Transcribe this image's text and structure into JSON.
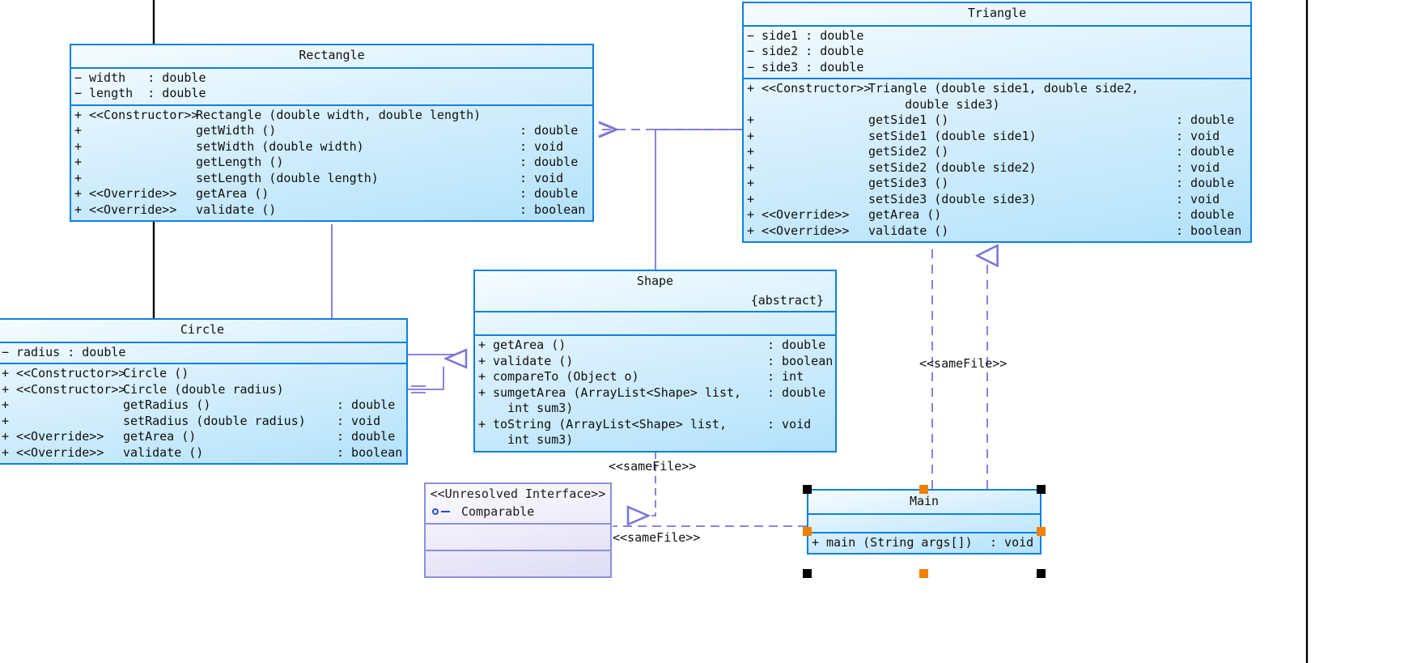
{
  "diagram": {
    "kind": "uml-class-diagram",
    "colors": {
      "class_border": "#0d80e0",
      "class_fill_light": "#f6fcff",
      "class_fill_dark": "#b3e2fb",
      "interface_border": "#8e8ede",
      "interface_fill": "#dedcf5",
      "relation_line": "#7b74d6",
      "selection_handle": "#000000",
      "selection_handle_accent": "#f08000"
    }
  },
  "classes": {
    "rectangle": {
      "name": "Rectangle",
      "attributes": [
        {
          "vis": "−",
          "text": "width   : double"
        },
        {
          "vis": "−",
          "text": "length  : double"
        }
      ],
      "operations": [
        {
          "vis": "+",
          "stereo": "<<Constructor>>",
          "sig": "Rectangle (double width, double length)",
          "ret": ""
        },
        {
          "vis": "+",
          "stereo": "",
          "sig": "getWidth ()",
          "ret": ": double"
        },
        {
          "vis": "+",
          "stereo": "",
          "sig": "setWidth (double width)",
          "ret": ": void"
        },
        {
          "vis": "+",
          "stereo": "",
          "sig": "getLength ()",
          "ret": ": double"
        },
        {
          "vis": "+",
          "stereo": "",
          "sig": "setLength (double length)",
          "ret": ": void"
        },
        {
          "vis": "+",
          "stereo": "<<Override>>",
          "sig": "getArea ()",
          "ret": ": double"
        },
        {
          "vis": "+",
          "stereo": "<<Override>>",
          "sig": "validate ()",
          "ret": ": boolean"
        }
      ]
    },
    "triangle": {
      "name": "Triangle",
      "attributes": [
        {
          "vis": "−",
          "text": "side1 : double"
        },
        {
          "vis": "−",
          "text": "side2 : double"
        },
        {
          "vis": "−",
          "text": "side3 : double"
        }
      ],
      "operations": [
        {
          "vis": "+",
          "stereo": "<<Constructor>>",
          "sig": "Triangle (double side1, double side2,",
          "ret": ""
        },
        {
          "vis": "",
          "stereo": "",
          "sig": "     double side3)",
          "ret": "",
          "continuation": true
        },
        {
          "vis": "+",
          "stereo": "",
          "sig": "getSide1 ()",
          "ret": ": double"
        },
        {
          "vis": "+",
          "stereo": "",
          "sig": "setSide1 (double side1)",
          "ret": ": void"
        },
        {
          "vis": "+",
          "stereo": "",
          "sig": "getSide2 ()",
          "ret": ": double"
        },
        {
          "vis": "+",
          "stereo": "",
          "sig": "setSide2 (double side2)",
          "ret": ": void"
        },
        {
          "vis": "+",
          "stereo": "",
          "sig": "getSide3 ()",
          "ret": ": double"
        },
        {
          "vis": "+",
          "stereo": "",
          "sig": "setSide3 (double side3)",
          "ret": ": void"
        },
        {
          "vis": "+",
          "stereo": "<<Override>>",
          "sig": "getArea ()",
          "ret": ": double"
        },
        {
          "vis": "+",
          "stereo": "<<Override>>",
          "sig": "validate ()",
          "ret": ": boolean"
        }
      ]
    },
    "circle": {
      "name": "Circle",
      "attributes": [
        {
          "vis": "−",
          "text": "radius : double"
        }
      ],
      "operations": [
        {
          "vis": "+",
          "stereo": "<<Constructor>>",
          "sig": "Circle ()",
          "ret": ""
        },
        {
          "vis": "+",
          "stereo": "<<Constructor>>",
          "sig": "Circle (double radius)",
          "ret": ""
        },
        {
          "vis": "+",
          "stereo": "",
          "sig": "getRadius ()",
          "ret": ": double"
        },
        {
          "vis": "+",
          "stereo": "",
          "sig": "setRadius (double radius)",
          "ret": ": void"
        },
        {
          "vis": "+",
          "stereo": "<<Override>>",
          "sig": "getArea ()",
          "ret": ": double"
        },
        {
          "vis": "+",
          "stereo": "<<Override>>",
          "sig": "validate ()",
          "ret": ": boolean"
        }
      ]
    },
    "shape": {
      "name": "Shape",
      "abstract_label": "{abstract}",
      "attributes": [],
      "operations": [
        {
          "vis": "+",
          "stereo": "",
          "sig": "getArea ()",
          "ret": ": double"
        },
        {
          "vis": "+",
          "stereo": "",
          "sig": "validate ()",
          "ret": ": boolean"
        },
        {
          "vis": "+",
          "stereo": "",
          "sig": "compareTo (Object o)",
          "ret": ": int"
        },
        {
          "vis": "+",
          "stereo": "",
          "sig": "sumgetArea (ArrayList<Shape> list,",
          "ret": ": double"
        },
        {
          "vis": "",
          "stereo": "",
          "sig": "  int sum3)",
          "ret": "",
          "continuation": true
        },
        {
          "vis": "+",
          "stereo": "",
          "sig": "toString (ArrayList<Shape> list,",
          "ret": ": void"
        },
        {
          "vis": "",
          "stereo": "",
          "sig": "  int sum3)",
          "ret": "",
          "continuation": true
        }
      ]
    },
    "comparable": {
      "stereotype": "<<Unresolved Interface>>",
      "name": "Comparable",
      "icon": "interface-socket-icon",
      "attributes": [],
      "operations": []
    },
    "main": {
      "name": "Main",
      "attributes": [],
      "operations": [
        {
          "vis": "+",
          "stereo": "",
          "sig": "main (String args[])",
          "ret": ": void"
        }
      ],
      "selected": true
    }
  },
  "edge_labels": [
    {
      "id": "samefile-triangle-main",
      "text": "<<sameFile>>"
    },
    {
      "id": "samefile-shape-comparable",
      "text": "<<sameFile>>"
    },
    {
      "id": "samefile-comparable-main",
      "text": "<<sameFile>>"
    }
  ]
}
